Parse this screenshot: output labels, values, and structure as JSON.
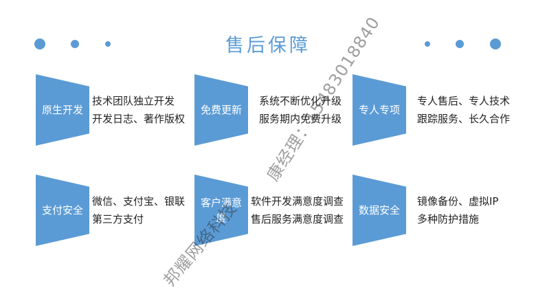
{
  "title": "售后保障",
  "cards": [
    {
      "label": "原生开发",
      "lines": [
        "技术团队独立开发",
        "开发日志、著作版权"
      ]
    },
    {
      "label": "免费更新",
      "lines": [
        "系统不断优化升级",
        "服务期内免费升级"
      ]
    },
    {
      "label": "专人专项",
      "lines": [
        "专人售后、专人技术",
        "跟踪服务、长久合作"
      ]
    },
    {
      "label": "支付安全",
      "lines": [
        "微信、支付宝、银联",
        "第三方支付"
      ]
    },
    {
      "label": "客户满意度",
      "lines": [
        "软件开发满意度调查",
        "售后服务满意度调查"
      ]
    },
    {
      "label": "数据安全",
      "lines": [
        "镜像备份、虚拟IP",
        "多种防护措施"
      ]
    }
  ],
  "watermarks": {
    "contact": "康经理：15483018840",
    "company": "邦耀网络科技"
  },
  "colors": {
    "accent": "#5b9bd5"
  }
}
